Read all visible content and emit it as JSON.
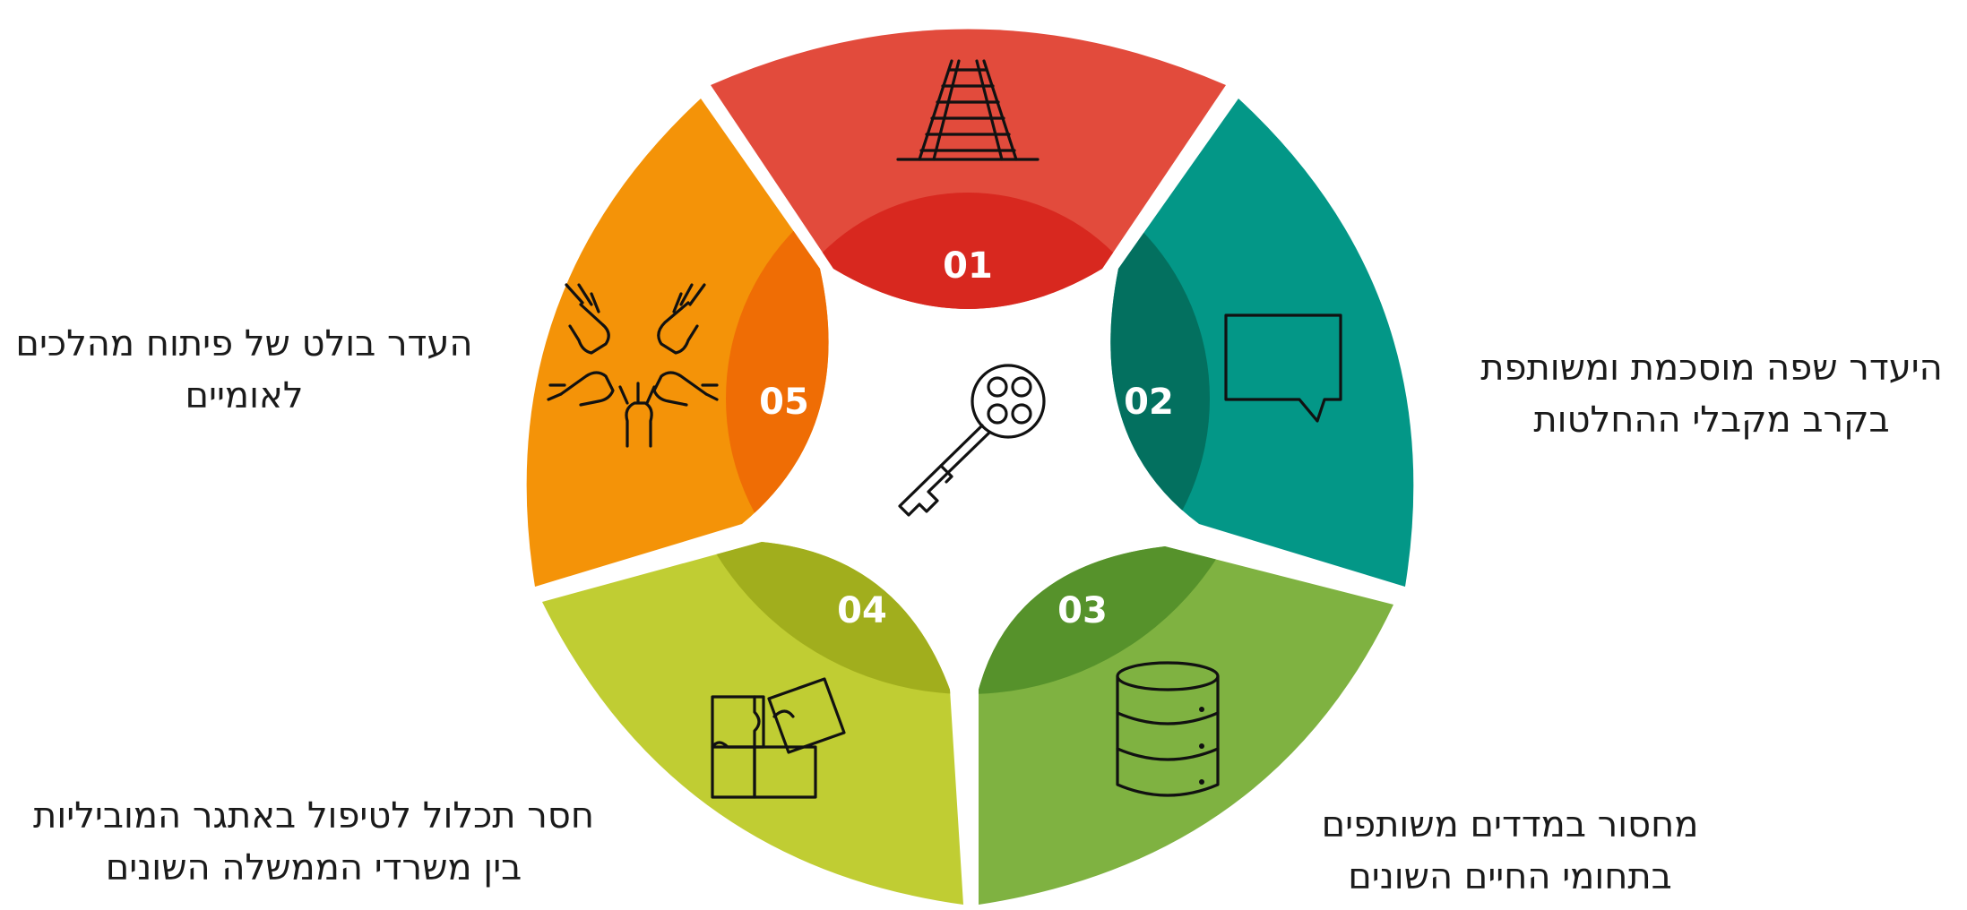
{
  "segments": [
    {
      "number": "01",
      "icon": "railway-track-icon",
      "color": "#e24b3c",
      "inner_color": "#d8281f",
      "caption": []
    },
    {
      "number": "02",
      "icon": "speech-bubble-icon",
      "color": "#039787",
      "inner_color": "#03705f",
      "caption": [
        "היעדר שפה מוסכמת ומשותפת",
        "בקרב מקבלי ההחלטות"
      ]
    },
    {
      "number": "03",
      "icon": "database-icon",
      "color": "#7fb241",
      "inner_color": "#56922b",
      "caption": [
        "מחסור במדדים משותפים",
        "בתחומי החיים השונים"
      ]
    },
    {
      "number": "04",
      "icon": "puzzle-icon",
      "color": "#c0cd33",
      "inner_color": "#a1ae1d",
      "caption": [
        "חסר תכלול לטיפול באתגר המוביליות",
        "בין משרדי הממשלה השונים"
      ]
    },
    {
      "number": "05",
      "icon": "hands-together-icon",
      "color": "#f49308",
      "inner_color": "#ef6d05",
      "caption": [
        "העדר בולט של פיתוח מהלכים",
        "לאומיים"
      ]
    }
  ],
  "center_icon": "key-icon"
}
